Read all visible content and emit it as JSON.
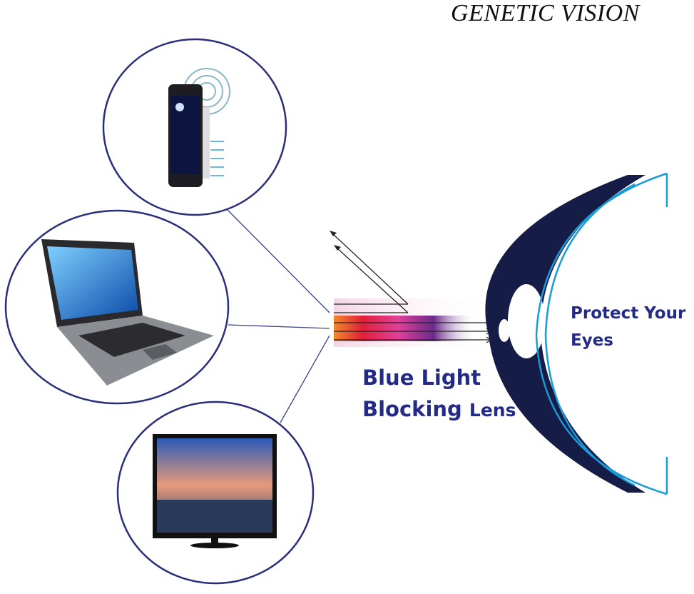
{
  "brand": "GENETIC VISION",
  "labels": {
    "lens_line1": "Blue Light",
    "lens_line2a": "Blocking",
    "lens_line2b": "Lens",
    "protect_line1": "Protect Your",
    "protect_line2": "Eyes"
  },
  "devices": [
    "smartphone",
    "laptop",
    "television"
  ],
  "colors": {
    "text": "#232b86",
    "eye_dark": "#151c45",
    "eye_cyan": "#1a9ad6",
    "circle": "#2a2f7a"
  }
}
